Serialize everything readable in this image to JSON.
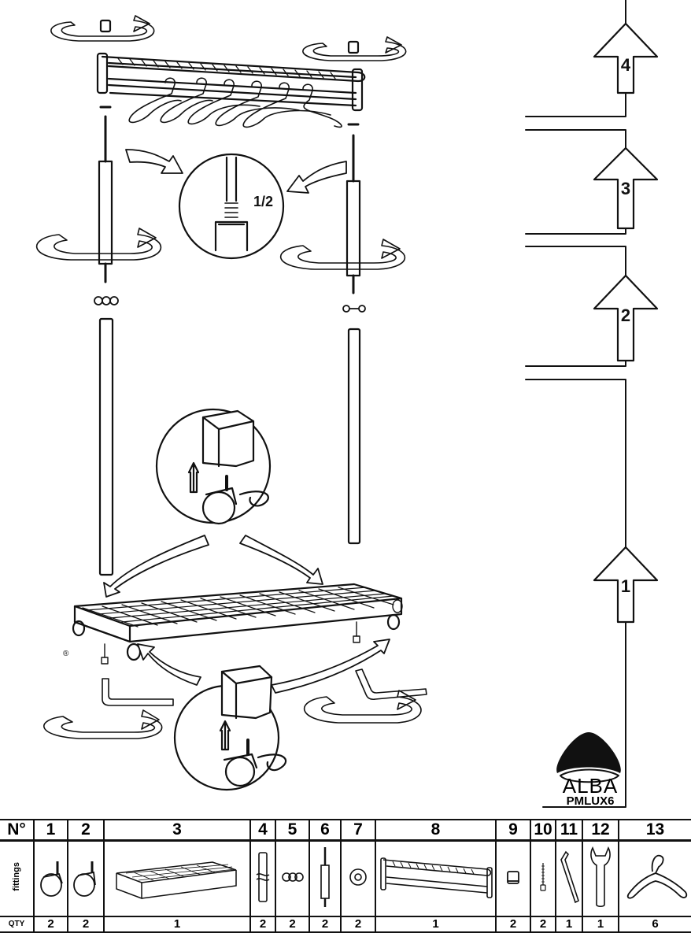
{
  "steps": [
    {
      "number": "4"
    },
    {
      "number": "3"
    },
    {
      "number": "2"
    },
    {
      "number": "1"
    }
  ],
  "detail_fraction": "1/2",
  "registered_mark": "®",
  "logo": {
    "brand": "ALBA",
    "model": "PMLUX6"
  },
  "parts_table": {
    "number_header": "N°",
    "fittings_label": "fittings",
    "qty_label": "QTY",
    "parts": [
      {
        "number": "1",
        "icon": "locking-caster-icon",
        "qty": "2"
      },
      {
        "number": "2",
        "icon": "caster-icon",
        "qty": "2"
      },
      {
        "number": "3",
        "icon": "wire-shelf-base-icon",
        "qty": "1"
      },
      {
        "number": "4",
        "icon": "tube-pole-icon",
        "qty": "2"
      },
      {
        "number": "5",
        "icon": "connector-icon",
        "qty": "2"
      },
      {
        "number": "6",
        "icon": "threaded-pole-icon",
        "qty": "2"
      },
      {
        "number": "7",
        "icon": "washer-icon",
        "qty": "2"
      },
      {
        "number": "8",
        "icon": "top-rail-shelf-icon",
        "qty": "1"
      },
      {
        "number": "9",
        "icon": "end-cap-icon",
        "qty": "2"
      },
      {
        "number": "10",
        "icon": "bolt-icon",
        "qty": "2"
      },
      {
        "number": "11",
        "icon": "allen-key-icon",
        "qty": "1"
      },
      {
        "number": "12",
        "icon": "wrench-icon",
        "qty": "1"
      },
      {
        "number": "13",
        "icon": "hanger-icon",
        "qty": "6"
      }
    ]
  }
}
